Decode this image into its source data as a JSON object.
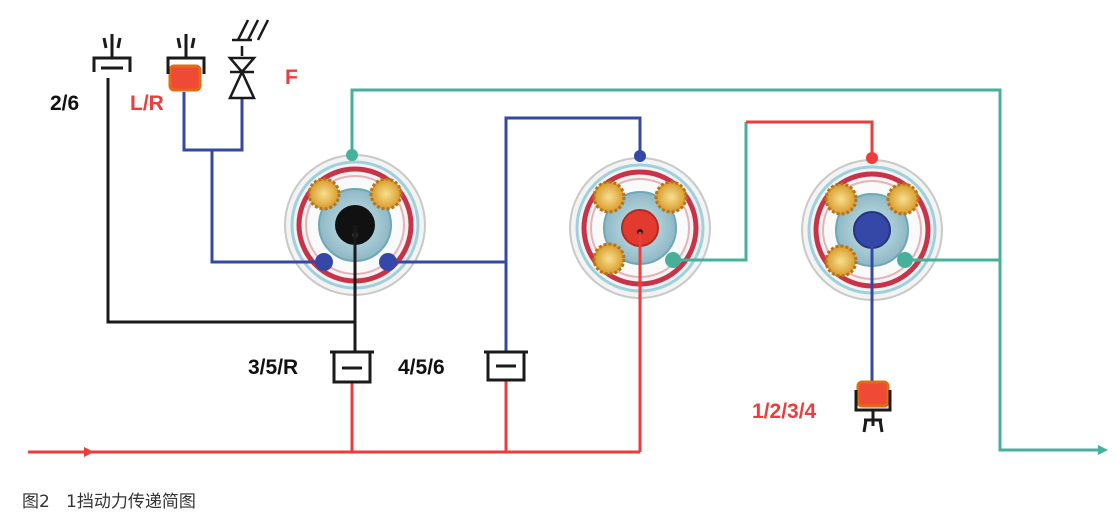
{
  "labels": {
    "brake_2_6": "2/6",
    "brake_lr": "L/R",
    "freewheel_f": "F",
    "clutch_35r": "3/5/R",
    "clutch_456": "4/5/6",
    "brake_1234": "1/2/3/4"
  },
  "caption": "图2   1挡动力传递简图",
  "colors": {
    "input_power": "#ee3b3b",
    "reaction": "#3548a8",
    "output": "#47b09a",
    "structure": "#1a1a1a",
    "label_black": "#111111",
    "label_red": "#ee3b3b"
  }
}
